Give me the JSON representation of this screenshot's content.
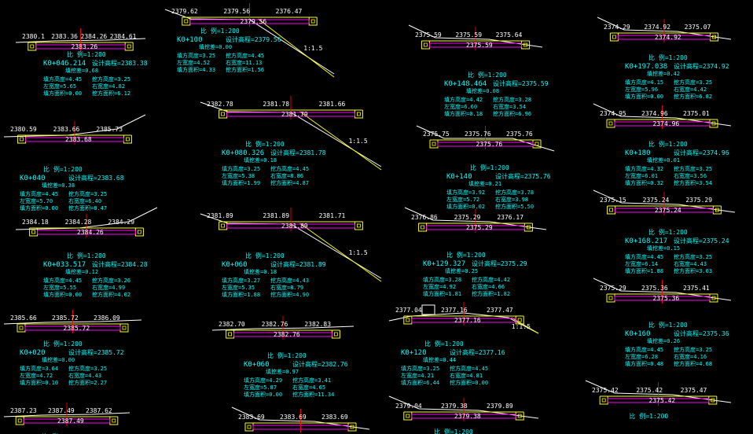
{
  "app": {
    "name": "CAD cross-section drawing viewer"
  },
  "colors": {
    "background": "#000000",
    "text": "#00ffff",
    "ground": "#ffffff",
    "design": "#ffff00",
    "pavement": "#ff00ff",
    "centerline": "#ff0000"
  },
  "labels": {
    "scale": "比 例=1:200",
    "design_elev": "设计高程",
    "fill_height": "填方高度",
    "cut_height": "挖方高度",
    "left_width": "左宽度",
    "right_width": "右宽度",
    "fill_area": "填方面积",
    "cut_area": "挖方面积",
    "elev_diff": "填挖差"
  },
  "sections": [
    {
      "id": "s1",
      "station": "K0+046.214",
      "design": "2383.38",
      "diff": "0.68",
      "fill_h": "4.45",
      "cut_h": "3.25",
      "left_w": "5.65",
      "right_w": "4.82",
      "fill_a": "0.00",
      "cut_a": "6.12",
      "pts": [
        "2380.1",
        "2383.36",
        "2384.26",
        "2384.61"
      ],
      "center": "2383.26"
    },
    {
      "id": "s2",
      "station": "K0+100",
      "design": "2379.56",
      "diff": "0.00",
      "fill_h": "3.25",
      "cut_h": "4.45",
      "left_w": "4.52",
      "right_w": "11.13",
      "fill_a": "4.33",
      "cut_a": "1.56",
      "pts": [
        "2379.62",
        "2379.56",
        "2376.47"
      ],
      "center": "2379.56",
      "slope": "1:1.5"
    },
    {
      "id": "s3",
      "station": "K0+148.464",
      "design": "2375.59",
      "diff": "0.08",
      "fill_h": "4.42",
      "cut_h": "3.28",
      "left_w": "6.60",
      "right_w": "3.54",
      "fill_a": "0.18",
      "cut_a": "6.96",
      "pts": [
        "2375.59",
        "2375.59",
        "2375.64"
      ],
      "center": "2375.59"
    },
    {
      "id": "s4",
      "station": "K0+197.038",
      "design": "2374.92",
      "diff": "0.42",
      "fill_h": "4.15",
      "cut_h": "3.25",
      "left_w": "5.96",
      "right_w": "4.42",
      "fill_a": "0.00",
      "cut_a": "6.82",
      "pts": [
        "2374.29",
        "2374.92",
        "2375.07"
      ],
      "center": "2374.92"
    },
    {
      "id": "s5",
      "station": "K0+040",
      "design": "2383.68",
      "diff": "0.38",
      "fill_h": "4.45",
      "cut_h": "3.25",
      "left_w": "5.70",
      "right_w": "6.40",
      "fill_a": "0.00",
      "cut_a": "8.47",
      "pts": [
        "2380.59",
        "2383.66",
        "2385.73"
      ],
      "center": "2383.68"
    },
    {
      "id": "s6",
      "station": "K0+080.326",
      "design": "2381.78",
      "diff": "0.18",
      "fill_h": "3.25",
      "cut_h": "4.45",
      "left_w": "5.38",
      "right_w": "8.86",
      "fill_a": "1.99",
      "cut_a": "4.87",
      "pts": [
        "2382.78",
        "2381.78",
        "2381.66"
      ],
      "center": "2381.79",
      "slope": "1:1.5"
    },
    {
      "id": "s7",
      "station": "K0+140",
      "design": "2375.76",
      "diff": "0.21",
      "fill_h": "3.92",
      "cut_h": "3.78",
      "left_w": "5.72",
      "right_w": "3.98",
      "fill_a": "0.02",
      "cut_a": "5.50",
      "pts": [
        "2375.75",
        "2375.76",
        "2375.76"
      ],
      "center": "2375.76"
    },
    {
      "id": "s8",
      "station": "K0+180",
      "design": "2374.96",
      "diff": "0.01",
      "fill_h": "4.32",
      "cut_h": "3.25",
      "left_w": "6.01",
      "right_w": "3.56",
      "fill_a": "0.32",
      "cut_a": "3.54",
      "pts": [
        "2374.95",
        "2374.96",
        "2375.01"
      ],
      "center": "2374.96"
    },
    {
      "id": "s9",
      "station": "K0+033.517",
      "design": "2384.28",
      "diff": "0.12",
      "fill_h": "4.45",
      "cut_h": "3.26",
      "left_w": "5.55",
      "right_w": "4.99",
      "fill_a": "0.00",
      "cut_a": "4.02",
      "pts": [
        "2384.18",
        "2384.28",
        "2384.29"
      ],
      "center": "2384.26"
    },
    {
      "id": "s10",
      "station": "K0+060",
      "design": "2381.89",
      "diff": "0.18",
      "fill_h": "3.27",
      "cut_h": "4.43",
      "left_w": "5.35",
      "right_w": "8.79",
      "fill_a": "1.88",
      "cut_a": "4.90",
      "pts": [
        "2381.89",
        "2381.89",
        "2381.71"
      ],
      "center": "2381.89",
      "slope": "1:1.5"
    },
    {
      "id": "s11",
      "station": "K0+129.327",
      "design": "2375.29",
      "diff": "0.25",
      "fill_h": "3.28",
      "cut_h": "4.42",
      "left_w": "4.92",
      "right_w": "4.66",
      "fill_a": "1.81",
      "cut_a": "1.82",
      "pts": [
        "2376.86",
        "2375.29",
        "2376.17"
      ],
      "center": "2375.29"
    },
    {
      "id": "s12",
      "station": "K0+168.217",
      "design": "2375.24",
      "diff": "0.15",
      "fill_h": "4.45",
      "cut_h": "3.25",
      "left_w": "6.14",
      "right_w": "4.43",
      "fill_a": "1.88",
      "cut_a": "3.03",
      "pts": [
        "2375.15",
        "2375.24",
        "2375.29"
      ],
      "center": "2375.24"
    },
    {
      "id": "s13",
      "station": "K0+020",
      "design": "2385.72",
      "diff": "0.00",
      "fill_h": "3.64",
      "cut_h": "3.25",
      "left_w": "4.72",
      "right_w": "4.43",
      "fill_a": "0.10",
      "cut_a": "2.27",
      "pts": [
        "2385.66",
        "2385.72",
        "2386.09"
      ],
      "center": "2385.72"
    },
    {
      "id": "s14",
      "station": "K0+060",
      "design": "2382.76",
      "diff": "0.97",
      "fill_h": "4.29",
      "cut_h": "3.41",
      "left_w": "5.87",
      "right_w": "4.65",
      "fill_a": "0.00",
      "cut_a": "11.34",
      "pts": [
        "2382.70",
        "2382.76",
        "2382.83"
      ],
      "center": "2382.76"
    },
    {
      "id": "s15",
      "station": "K0+120",
      "design": "2377.16",
      "diff": "0.44",
      "fill_h": "3.25",
      "cut_h": "4.45",
      "left_w": "4.21",
      "right_w": "4.81",
      "fill_a": "6.44",
      "cut_a": "0.00",
      "pts": [
        "2377.04",
        "2377.16",
        "2377.47"
      ],
      "center": "2377.16",
      "slope": "1:1.5"
    },
    {
      "id": "s16",
      "station": "K0+160",
      "design": "2375.36",
      "diff": "0.26",
      "fill_h": "4.45",
      "cut_h": "3.25",
      "left_w": "6.28",
      "right_w": "4.16",
      "fill_a": "0.48",
      "cut_a": "4.68",
      "pts": [
        "2375.29",
        "2375.36",
        "2375.41"
      ],
      "center": "2375.36"
    },
    {
      "id": "s17",
      "station": "",
      "design": "",
      "diff": "",
      "fill_h": "",
      "cut_h": "",
      "left_w": "",
      "right_w": "",
      "fill_a": "",
      "cut_a": "",
      "pts": [
        "2387.23",
        "2387.49",
        "2387.62"
      ],
      "center": "2387.49"
    },
    {
      "id": "s18",
      "station": "",
      "design": "",
      "diff": "",
      "fill_h": "",
      "cut_h": "",
      "left_w": "",
      "right_w": "",
      "fill_a": "",
      "cut_a": "",
      "pts": [
        "2383.69",
        "2383.69",
        "2383.69"
      ],
      "center": ""
    },
    {
      "id": "s19",
      "station": "",
      "design": "",
      "diff": "",
      "fill_h": "",
      "cut_h": "",
      "left_w": "",
      "right_w": "",
      "fill_a": "",
      "cut_a": "",
      "pts": [
        "2379.04",
        "2379.38",
        "2379.89"
      ],
      "center": "2379.38"
    },
    {
      "id": "s20",
      "station": "",
      "design": "",
      "diff": "",
      "fill_h": "",
      "cut_h": "",
      "left_w": "",
      "right_w": "",
      "fill_a": "",
      "cut_a": "",
      "pts": [
        "2375.42",
        "2375.42",
        "2375.47"
      ],
      "center": "2375.42"
    }
  ]
}
